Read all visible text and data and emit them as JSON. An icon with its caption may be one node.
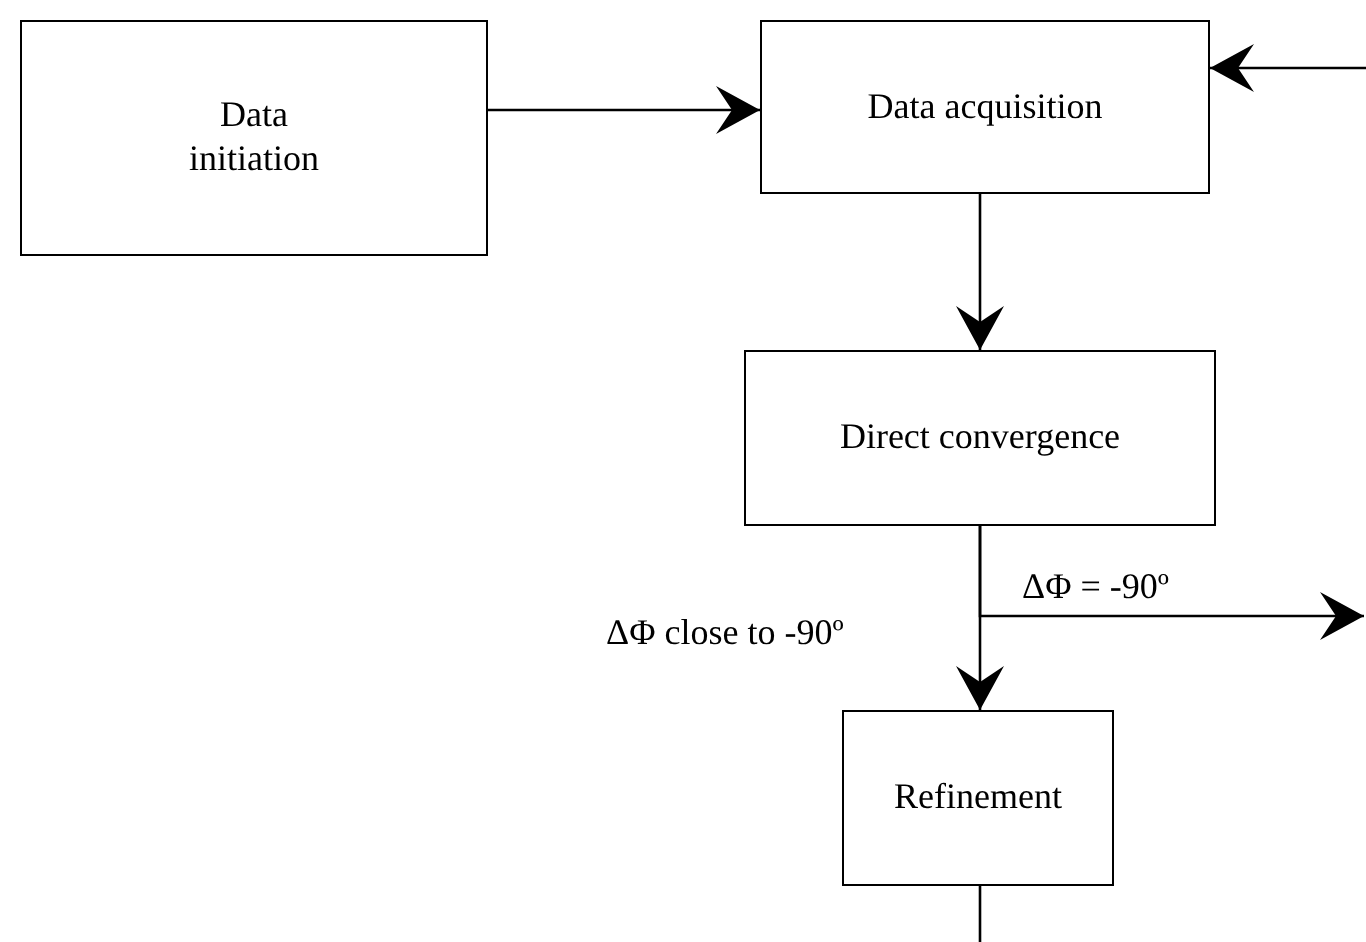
{
  "diagram": {
    "nodes": [
      {
        "text": [
          "Data initiation"
        ]
      },
      {
        "text": [
          "Data acquisition"
        ]
      },
      {
        "text": [
          "Direct convergence"
        ]
      },
      {
        "text": [
          "Refinement"
        ]
      }
    ],
    "edges": [
      {
        "from": 0,
        "to": 1,
        "arrow": "to"
      },
      {
        "from": null,
        "to": 1,
        "arrow": "to"
      },
      {
        "from": 1,
        "to": 2,
        "arrow": "to"
      },
      {
        "from": 2,
        "to": 3,
        "arrow": "to",
        "label": "ΔΦ close to -90º"
      },
      {
        "from": 2,
        "to": null,
        "arrow": "to",
        "label": "ΔΦ = -90º"
      },
      {
        "from": 3,
        "to": null,
        "arrow": "none"
      }
    ]
  }
}
